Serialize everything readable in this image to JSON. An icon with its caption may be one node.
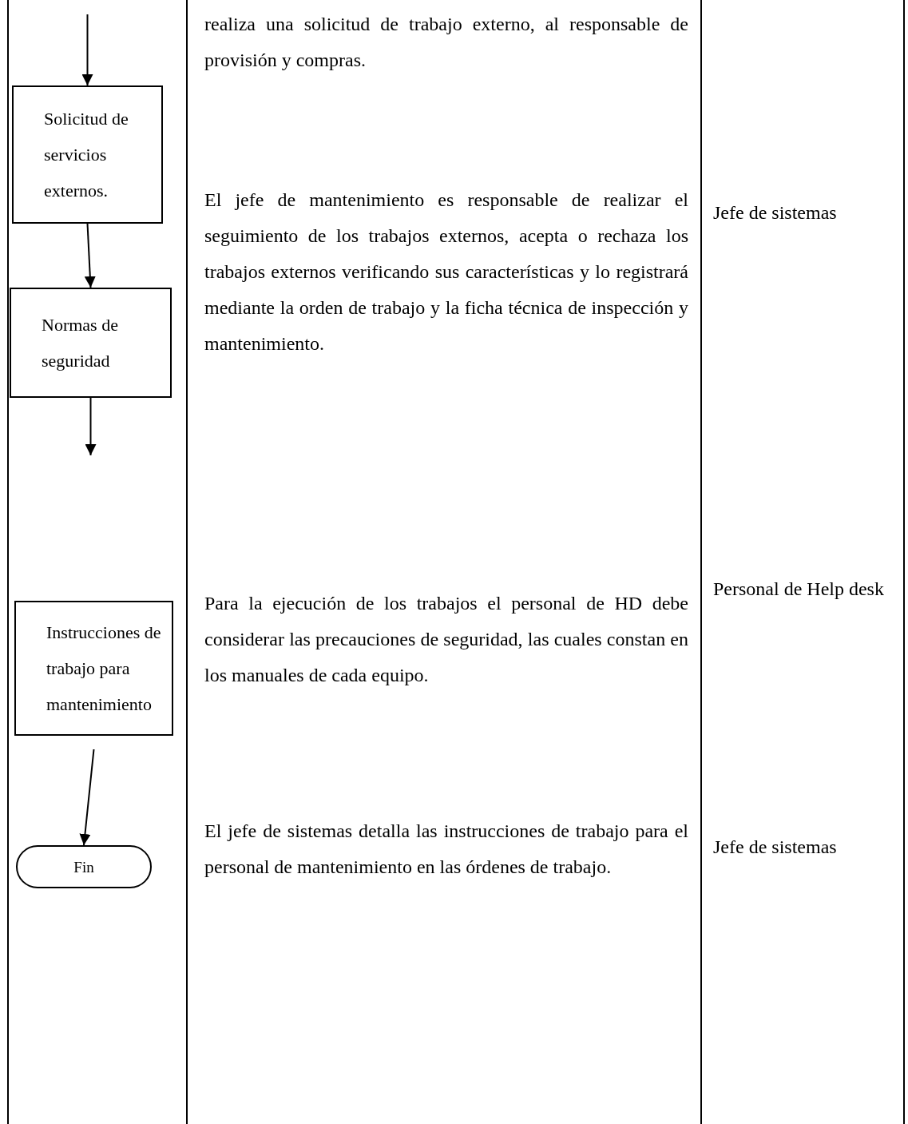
{
  "diagram": {
    "nodes": [
      {
        "text": [
          "Solicitud de servicios externos."
        ]
      },
      {
        "text": [
          "Normas de seguridad"
        ]
      },
      {
        "text": [
          "Instrucciones de trabajo para mantenimiento"
        ]
      },
      {
        "text": [
          "Fin"
        ]
      }
    ],
    "edges": [
      {
        "from": null,
        "to": 0,
        "arrow": "to"
      },
      {
        "from": 0,
        "to": 1,
        "arrow": "to"
      },
      {
        "from": 1,
        "to": null,
        "arrow": "to"
      },
      {
        "from": 2,
        "to": 3,
        "arrow": "to"
      }
    ],
    "labels": [
      "realiza una solicitud de trabajo externo, al responsable de provisión y compras.",
      "El jefe de mantenimiento es responsable de realizar el seguimiento de los trabajos externos, acepta o rechaza los trabajos externos verificando sus características y lo registrará mediante la orden de trabajo y la ficha técnica de inspección y mantenimiento.",
      "Jefe de sistemas",
      "Para la ejecución de los trabajos el personal de HD debe considerar las precauciones de seguridad, las cuales constan en los manuales de cada equipo.",
      "Personal de Help desk",
      "El jefe de sistemas detalla las instrucciones de trabajo para el personal de mantenimiento en las órdenes de trabajo.",
      "Jefe de sistemas"
    ]
  }
}
